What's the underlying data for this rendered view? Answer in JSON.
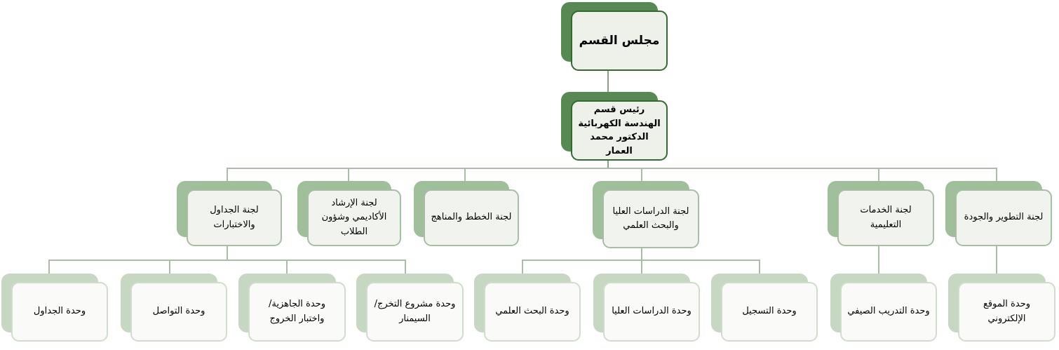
{
  "diagram": {
    "type": "org-chart",
    "language": "ar",
    "direction": "rtl",
    "root": {
      "label": "مجلس القسم"
    },
    "head": {
      "label": "رئيس قسم الهندسة الكهربائية الدكتور محمد العمار"
    },
    "committees": [
      {
        "label": "لجنة الجداول والاختبارات",
        "units": [
          {
            "label": "وحدة الجداول"
          },
          {
            "label": "وحدة التواصل"
          },
          {
            "label": "وحدة الجاهزية/ واختبار الخروج"
          },
          {
            "label": "وحدة مشروع التخرج/ السيمنار"
          }
        ]
      },
      {
        "label": "لجنة الإرشاد الأكاديمي وشؤون الطلاب",
        "units": []
      },
      {
        "label": "لجنة الخطط والمناهج",
        "units": []
      },
      {
        "label": "لجنة الدراسات العليا والبحث العلمي",
        "units": [
          {
            "label": "وحدة البحث العلمي"
          },
          {
            "label": "وحدة الدراسات العليا"
          },
          {
            "label": "وحدة التسجيل"
          }
        ]
      },
      {
        "label": "لجنة الخدمات التعليمية",
        "units": [
          {
            "label": "وحدة التدريب الصيفي"
          }
        ]
      },
      {
        "label": "لجنة التطوير والجودة",
        "units": [
          {
            "label": "وحدة الموقع الإلكتروني"
          }
        ]
      }
    ]
  },
  "colors": {
    "dark_shadow": "#578a53",
    "dark_border": "#336b2f",
    "dark_fill": "#edf1ea",
    "committee_shadow": "#9fbf9b",
    "committee_border": "#a7bea3",
    "committee_fill": "#f1f4ee",
    "unit_shadow": "#c6d7c2",
    "unit_border": "#cfdecb",
    "unit_fill": "#fafbf9",
    "connector": "#a9bfa5",
    "text": "#000000",
    "background": "#ffffff"
  }
}
